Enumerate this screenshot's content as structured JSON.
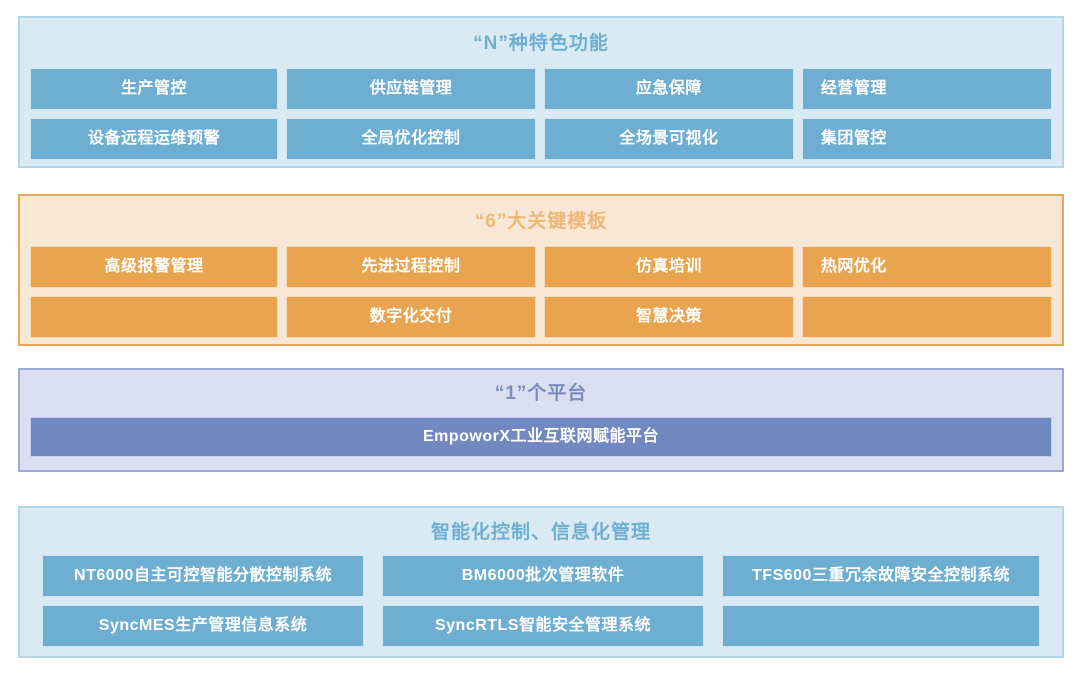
{
  "colors": {
    "blue_panel_bg": "#daeaf3",
    "blue_panel_border": "#b4d4e7",
    "blue_tile": "#6eaed1",
    "blue_title_text": "#6fb0d2",
    "orange_panel_bg": "#f8e7d5",
    "orange_panel_border": "#e7a85c",
    "orange_tile": "#e8a44e",
    "orange_title_text": "#edb978",
    "purple_panel_bg": "#d9dff0",
    "purple_panel_border": "#9aaad6",
    "purple_tile": "#7189c0",
    "purple_title_text": "#7b8cbd",
    "tile_text": "#ffffff",
    "page_bg": "#ffffff"
  },
  "sections": [
    {
      "id": "n-features",
      "title": "“N”种特色功能",
      "rows": [
        [
          {
            "label": "生产管控",
            "span": 250,
            "align": "center"
          },
          {
            "label": "供应链管理",
            "span": 252,
            "align": "center"
          },
          {
            "label": "应急保障",
            "span": 252,
            "align": "center"
          },
          {
            "label": "经营管理",
            "span": 252,
            "align": "left"
          }
        ],
        [
          {
            "label": "设备远程运维预警",
            "span": 250,
            "align": "center"
          },
          {
            "label": "全局优化控制",
            "span": 252,
            "align": "center"
          },
          {
            "label": "全场景可视化",
            "span": 252,
            "align": "center"
          },
          {
            "label": "集团管控",
            "span": 252,
            "align": "left"
          }
        ]
      ]
    },
    {
      "id": "six-templates",
      "title": "“6”大关键模板",
      "rows": [
        [
          {
            "label": "高级报警管理",
            "span": 250,
            "align": "center"
          },
          {
            "label": "先进过程控制",
            "span": 252,
            "align": "center"
          },
          {
            "label": "仿真培训",
            "span": 252,
            "align": "center"
          },
          {
            "label": "热网优化",
            "span": 252,
            "align": "left"
          }
        ],
        [
          {
            "label": "",
            "span": 250,
            "align": "center",
            "spacer": true
          },
          {
            "label": "数字化交付",
            "span": 252,
            "align": "center"
          },
          {
            "label": "智慧决策",
            "span": 252,
            "align": "center"
          },
          {
            "label": "",
            "span": 252,
            "align": "center",
            "spacer": true
          }
        ]
      ]
    },
    {
      "id": "one-platform",
      "title": "“1”个平台",
      "rows": [
        [
          {
            "label": "EmpoworX工业互联网赋能平台",
            "span": 1022,
            "align": "center"
          }
        ]
      ]
    },
    {
      "id": "intelligent-control",
      "title": "智能化控制、信息化管理",
      "rows": [
        [
          {
            "label": "NT6000自主可控智能分散控制系统",
            "span": 322,
            "align": "center"
          },
          {
            "label": "BM6000批次管理软件",
            "span": 322,
            "align": "center"
          },
          {
            "label": "TFS600三重冗余故障安全控制系统",
            "span": 318,
            "align": "center"
          }
        ],
        [
          {
            "label": "SyncMES生产管理信息系统",
            "span": 322,
            "align": "center"
          },
          {
            "label": "SyncRTLS智能安全管理系统",
            "span": 322,
            "align": "center"
          },
          {
            "label": "",
            "span": 318,
            "align": "center",
            "spacer": true
          }
        ]
      ]
    }
  ]
}
